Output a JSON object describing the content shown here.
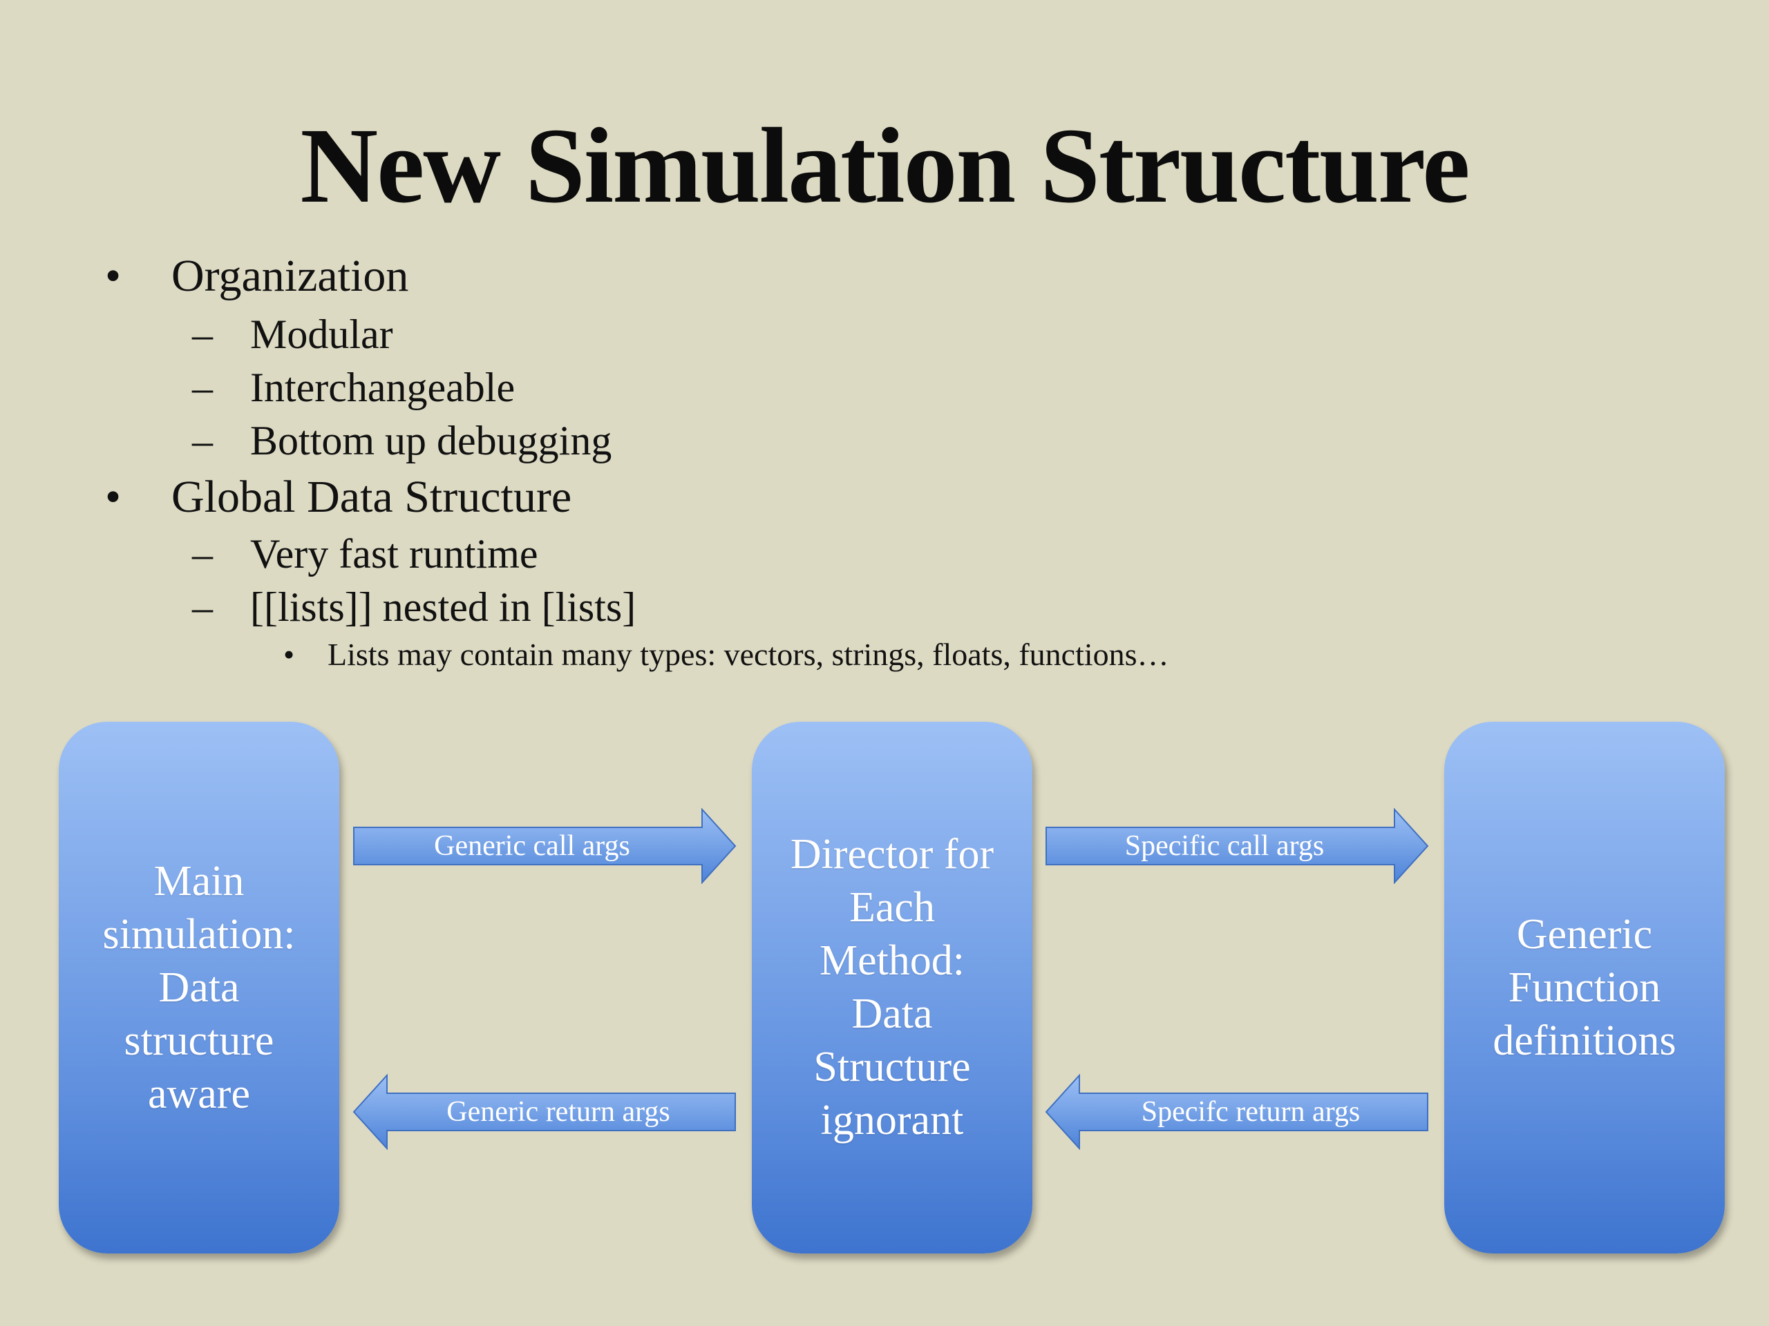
{
  "slide": {
    "title": "New Simulation Structure",
    "bullets": [
      {
        "marker": "•",
        "text": "Organization"
      },
      {
        "marker": "–",
        "text": "Modular"
      },
      {
        "marker": "–",
        "text": "Interchangeable"
      },
      {
        "marker": "–",
        "text": "Bottom up debugging"
      },
      {
        "marker": "•",
        "text": "Global Data Structure"
      },
      {
        "marker": "–",
        "text": "Very fast runtime"
      },
      {
        "marker": "–",
        "text": "[[lists]] nested in [lists]"
      },
      {
        "marker": "•",
        "text": "Lists may contain many types: vectors, strings, floats, functions…"
      }
    ]
  },
  "diagram": {
    "boxes": {
      "left": "Main\nsimulation:\nData\nstructure\naware",
      "middle": "Director for\nEach\nMethod:\nData\nStructure\nignorant",
      "right": "Generic\nFunction\ndefinitions"
    },
    "arrows": {
      "generic_call": "Generic call args",
      "specific_call": "Specific call args",
      "generic_return": "Generic return args",
      "specific_return": "Specifc return args"
    },
    "colors": {
      "box_top": "#9dc0f5",
      "box_bottom": "#3e74cf",
      "background": "#dddac3"
    }
  }
}
